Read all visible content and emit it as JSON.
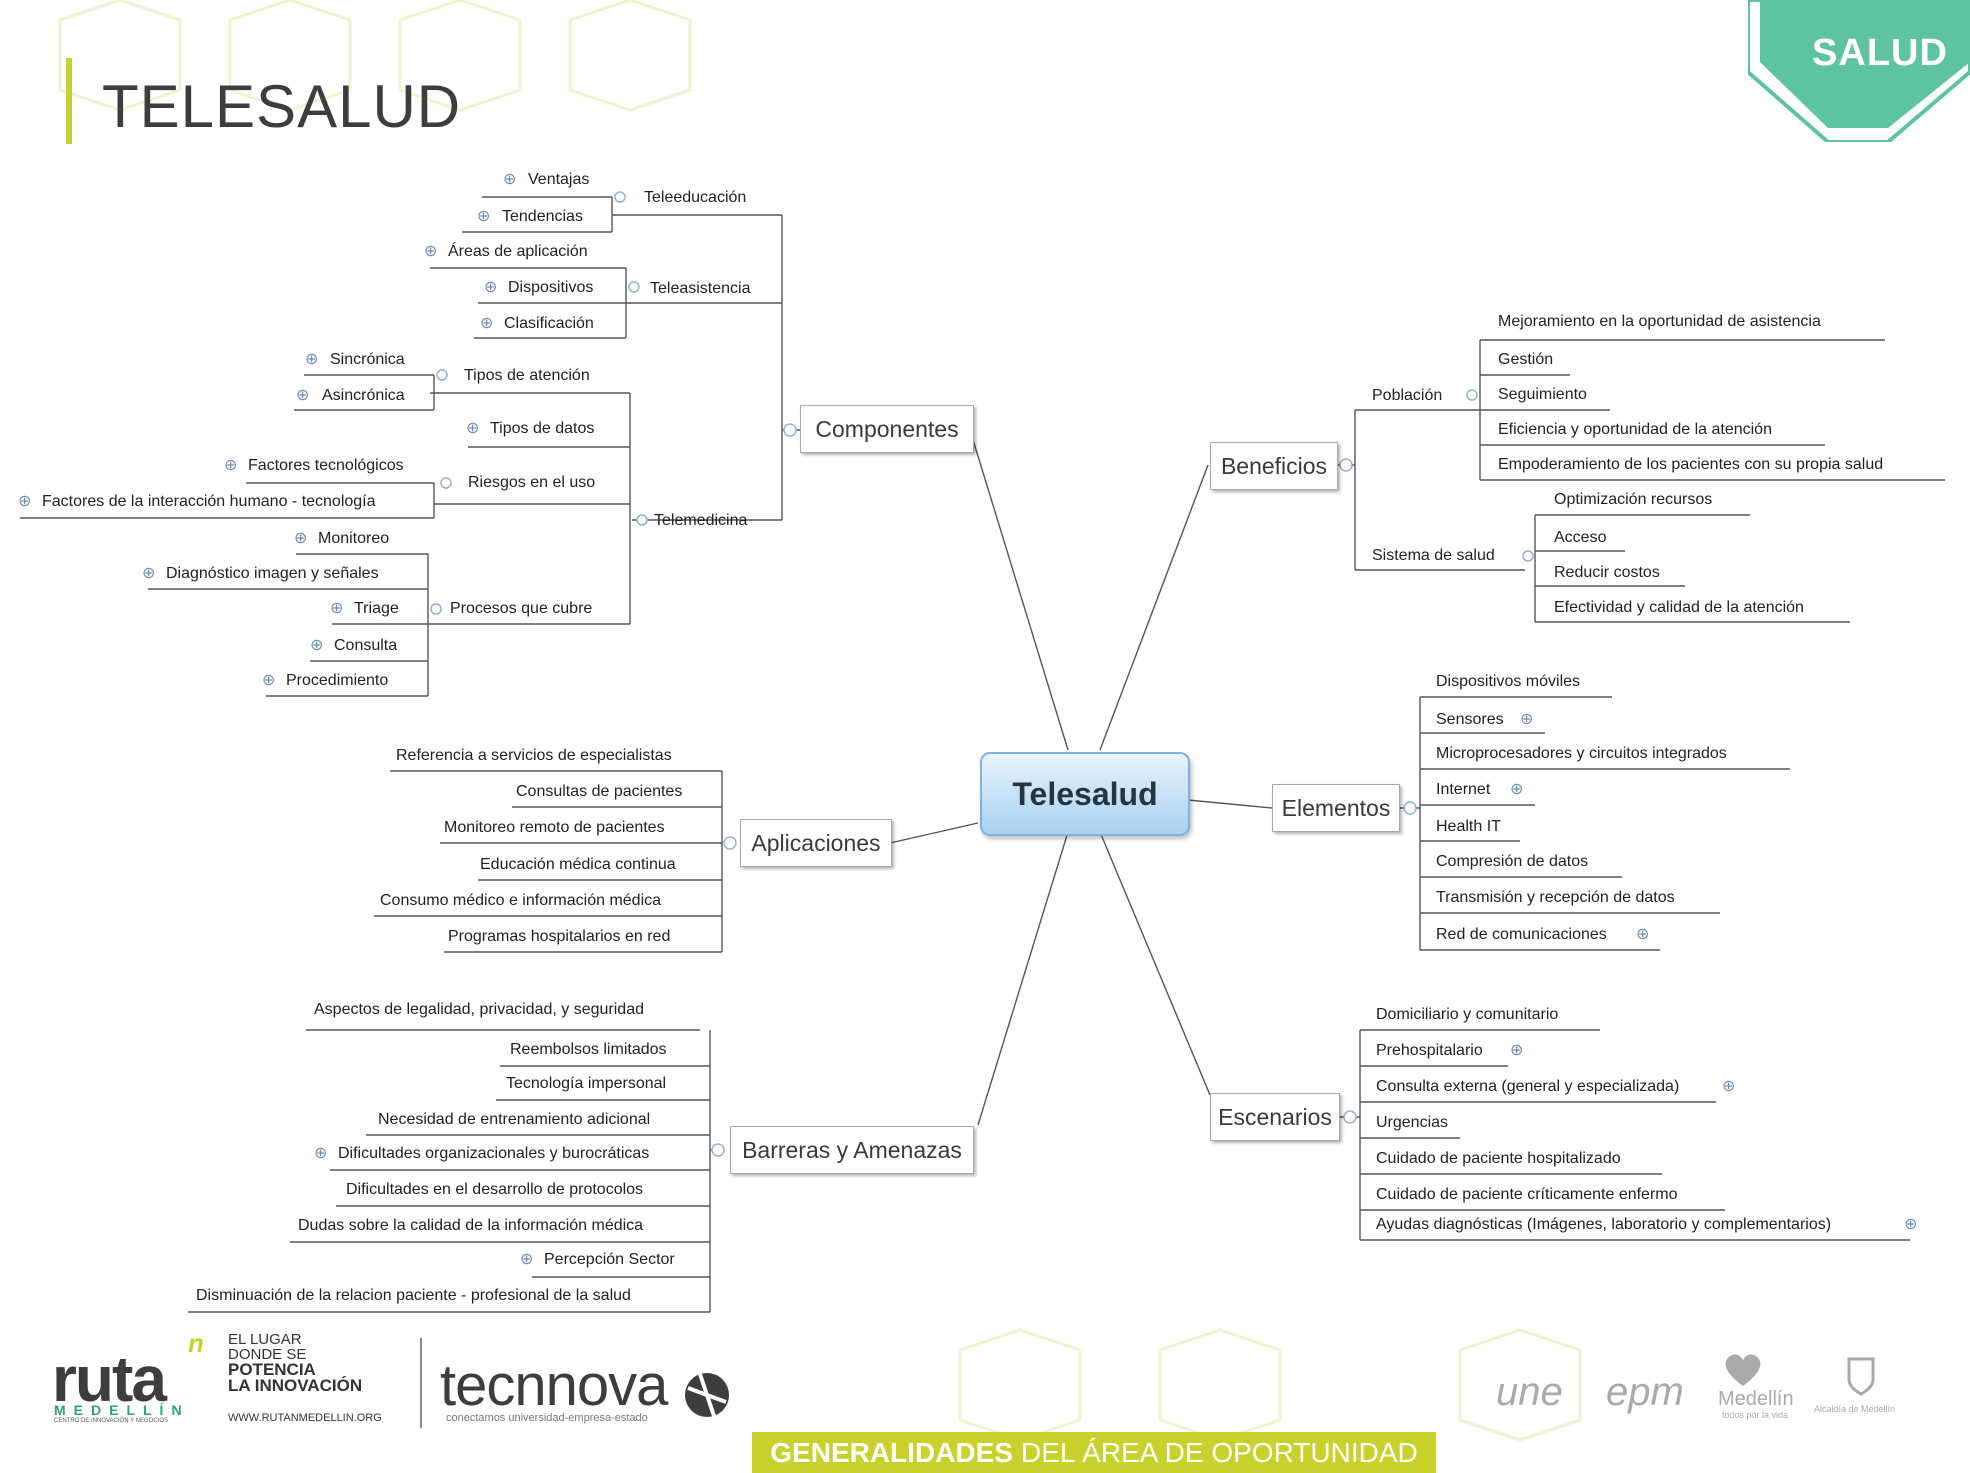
{
  "header": {
    "title": "TELESALUD",
    "badge": "SALUD"
  },
  "center": "Telesalud",
  "branches": {
    "componentes": "Componentes",
    "beneficios": "Beneficios",
    "elementos": "Elementos",
    "aplicaciones": "Aplicaciones",
    "escenarios": "Escenarios",
    "barreras": "Barreras  y Amenazas"
  },
  "componentes": {
    "teleeducacion": {
      "label": "Teleeducación",
      "items": [
        "Ventajas",
        "Tendencias"
      ]
    },
    "teleasistencia": {
      "label": "Teleasistencia",
      "items": [
        "Áreas de aplicación",
        "Dispositivos",
        "Clasificación"
      ]
    },
    "telemedicina": {
      "label": "Telemedicina",
      "tipos_atencion": {
        "label": "Tipos de atención",
        "items": [
          "Sincrónica",
          "Asincrónica"
        ]
      },
      "tipos_datos": "Tipos de datos",
      "riesgos": {
        "label": "Riesgos en el uso",
        "items": [
          "Factores tecnológicos",
          "Factores de la interacción humano - tecnología"
        ]
      },
      "procesos": {
        "label": "Procesos que cubre",
        "items": [
          "Monitoreo",
          "Diagnóstico imagen y señales",
          "Triage",
          "Consulta",
          "Procedimiento"
        ]
      }
    }
  },
  "beneficios": {
    "poblacion": {
      "label": "Población",
      "items": [
        "Mejoramiento en la oportunidad de asistencia",
        "Gestión",
        "Seguimiento",
        "Eficiencia y oportunidad de la atención",
        "Empoderamiento de los pacientes con su propia salud"
      ]
    },
    "sistema": {
      "label": "Sistema de salud",
      "items": [
        "Optimización recursos",
        "Acceso",
        "Reducir costos",
        "Efectividad y calidad de la atención"
      ]
    }
  },
  "elementos": [
    "Dispositivos móviles",
    "Sensores",
    "Microprocesadores y circuitos integrados",
    "Internet",
    "Health IT",
    "Compresión de datos",
    "Transmisión y recepción de datos",
    "Red de comunicaciones"
  ],
  "aplicaciones": [
    "Referencia a servicios de especialistas",
    "Consultas de pacientes",
    "Monitoreo remoto de pacientes",
    "Educación médica continua",
    "Consumo médico e información médica",
    "Programas hospitalarios en red"
  ],
  "escenarios": [
    "Domiciliario y comunitario",
    "Prehospitalario",
    "Consulta externa (general y especializada)",
    "Urgencias",
    "Cuidado de paciente hospitalizado",
    "Cuidado de paciente críticamente enfermo",
    "Ayudas diagnósticas (Imágenes, laboratorio y complementarios)"
  ],
  "barreras": [
    "Aspectos de legalidad, privacidad, y seguridad",
    "Reembolsos limitados",
    "Tecnología impersonal",
    "Necesidad de entrenamiento adicional",
    "Dificultades organizacionales y burocráticas",
    "Dificultades en el desarrollo de protocolos",
    "Dudas sobre la calidad de la información médica",
    "Percepción Sector",
    "Disminuación de la relacion paciente - profesional de la salud"
  ],
  "footer": {
    "band_bold": "GENERALIDADES",
    "band_rest": "DEL ÁREA DE OPORTUNIDAD",
    "ruta": "ruta",
    "ruta_n": "n",
    "ruta_city": "MEDELLÍN",
    "ruta_center": "CENTRO DE INNOVACIÓN Y NEGOCIOS",
    "tag_line1": "EL LUGAR",
    "tag_line2": "DONDE SE",
    "tag_line3": "POTENCIA",
    "tag_line4": "LA INNOVACIÓN",
    "tag_url": "WWW.RUTANMEDELLIN.ORG",
    "tecnnova": "tecnnova",
    "tecnnova_sub": "conectamos universidad-empresa-estado",
    "une": "une",
    "epm": "epm",
    "medellin": "Medellín",
    "medellin_sub": "todos por la vida",
    "alcaldia": "Alcaldía de Medellín"
  },
  "colors": {
    "accent": "#c9d22d",
    "badge": "#5ec4a0",
    "connector": "#555555",
    "center_top": "#e7f3fc",
    "center_bottom": "#a8d1f0"
  }
}
